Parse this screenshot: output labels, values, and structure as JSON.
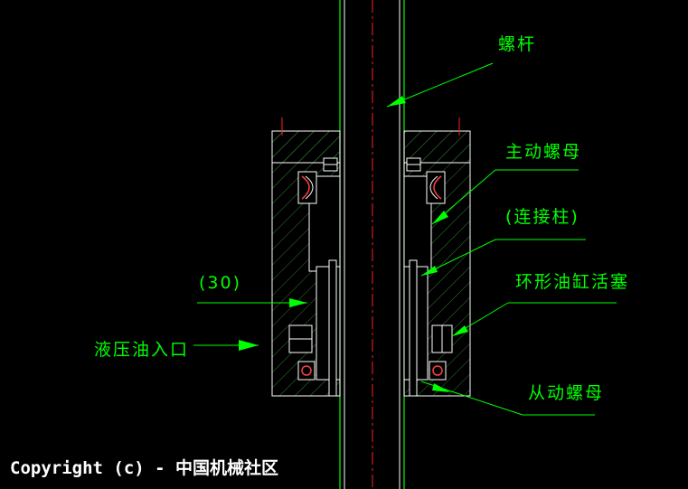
{
  "labels": {
    "screw": "螺杆",
    "drive_nut": "主动螺母",
    "connecting_column": "(连接柱)",
    "annular_cylinder_piston": "环形油缸活塞",
    "dimension_30": "(30)",
    "hydraulic_oil_inlet": "液压油入口",
    "driven_nut": "从动螺母"
  },
  "footer": {
    "copyright": "Copyright (c) - 中国机械社区"
  },
  "colors": {
    "background": "#000000",
    "annotation": "#00ff00",
    "outline": "#ffffff",
    "centerline": "#ff0000",
    "hatch": "#3a8a3a"
  }
}
